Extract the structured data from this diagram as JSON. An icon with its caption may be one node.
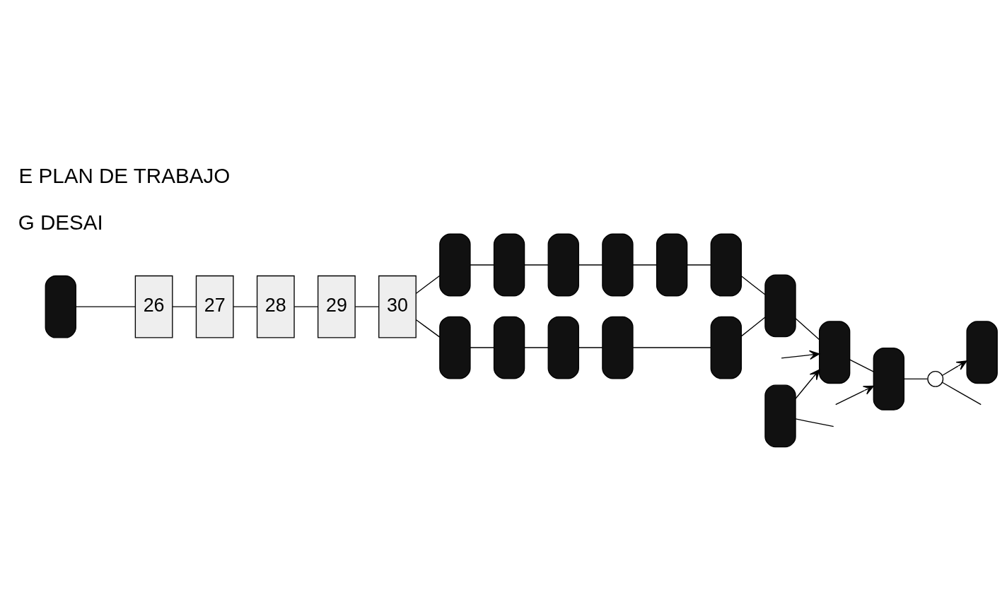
{
  "diagram": {
    "title": "E PLAN DE TRABAJO",
    "nodes": [
      {
        "text": [],
        "shape": "box"
      },
      {
        "text": [
          "26"
        ]
      },
      {
        "text": [
          "27"
        ]
      },
      {
        "text": [
          "28"
        ]
      },
      {
        "text": [
          "29"
        ]
      },
      {
        "text": [
          "30"
        ]
      },
      {
        "text": [],
        "shape": "box"
      },
      {
        "text": [],
        "shape": "box"
      },
      {
        "text": [],
        "shape": "box"
      },
      {
        "text": [],
        "shape": "box"
      },
      {
        "text": [],
        "shape": "box"
      },
      {
        "text": [],
        "shape": "box"
      },
      {
        "text": [],
        "shape": "box"
      },
      {
        "text": [],
        "shape": "box"
      },
      {
        "text": [],
        "shape": "box"
      },
      {
        "text": [],
        "shape": "box"
      },
      {
        "text": [],
        "shape": "box"
      },
      {
        "text": [],
        "shape": "box"
      },
      {
        "text": [],
        "shape": "box"
      },
      {
        "text": [],
        "shape": "box"
      },
      {
        "text": [],
        "shape": "circle"
      },
      {
        "text": [],
        "shape": "box"
      },
      {
        "text": [],
        "shape": "box"
      }
    ],
    "edges": [
      {
        "from": 0,
        "to": 1,
        "arrow": "none"
      },
      {
        "from": 1,
        "to": 2,
        "arrow": "none"
      },
      {
        "from": 2,
        "to": 3,
        "arrow": "none"
      },
      {
        "from": 3,
        "to": 4,
        "arrow": "none"
      },
      {
        "from": 4,
        "to": 5,
        "arrow": "none"
      },
      {
        "from": 5,
        "to": 6,
        "arrow": "none"
      },
      {
        "from": 5,
        "to": 12,
        "arrow": "none"
      },
      {
        "from": 6,
        "to": 7,
        "arrow": "none"
      },
      {
        "from": 7,
        "to": 8,
        "arrow": "none"
      },
      {
        "from": 8,
        "to": 9,
        "arrow": "none"
      },
      {
        "from": 9,
        "to": 10,
        "arrow": "none"
      },
      {
        "from": 10,
        "to": 11,
        "arrow": "none"
      },
      {
        "from": 12,
        "to": 13,
        "arrow": "none"
      },
      {
        "from": 13,
        "to": 14,
        "arrow": "none"
      },
      {
        "from": 14,
        "to": 15,
        "arrow": "none"
      },
      {
        "from": 15,
        "to": 16,
        "arrow": "none"
      },
      {
        "from": 11,
        "to": 17,
        "arrow": "none"
      },
      {
        "from": 16,
        "to": 17,
        "arrow": "none"
      },
      {
        "from": 17,
        "to": 18,
        "arrow": "none"
      },
      {
        "from": null,
        "to": 18,
        "arrow": "to"
      },
      {
        "from": 22,
        "to": 18,
        "arrow": "to"
      },
      {
        "from": 18,
        "to": 19,
        "arrow": "none"
      },
      {
        "from": null,
        "to": 19,
        "arrow": "to"
      },
      {
        "from": 19,
        "to": 20,
        "arrow": "none"
      },
      {
        "from": 20,
        "to": 21,
        "arrow": "to"
      },
      {
        "from": 20,
        "to": null,
        "arrow": "none"
      },
      {
        "from": 22,
        "to": null,
        "arrow": "none"
      }
    ],
    "labels": [
      "G DESAI"
    ]
  }
}
